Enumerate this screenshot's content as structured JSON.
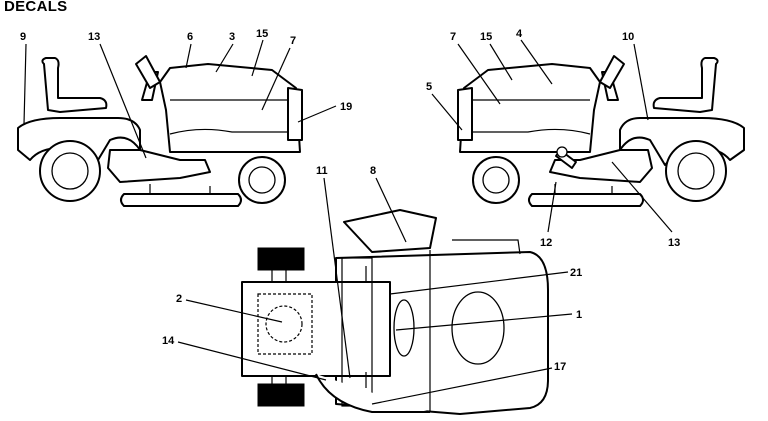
{
  "title": "DECALS",
  "views": {
    "left_side": {
      "callouts": [
        {
          "id": "9"
        },
        {
          "id": "13"
        },
        {
          "id": "6"
        },
        {
          "id": "3"
        },
        {
          "id": "15"
        },
        {
          "id": "7"
        },
        {
          "id": "19"
        }
      ]
    },
    "right_side": {
      "callouts": [
        {
          "id": "7"
        },
        {
          "id": "15"
        },
        {
          "id": "4"
        },
        {
          "id": "10"
        },
        {
          "id": "5"
        },
        {
          "id": "12"
        },
        {
          "id": "13"
        }
      ]
    },
    "top": {
      "callouts": [
        {
          "id": "11"
        },
        {
          "id": "8"
        },
        {
          "id": "21"
        },
        {
          "id": "2"
        },
        {
          "id": "1"
        },
        {
          "id": "14"
        },
        {
          "id": "17"
        }
      ]
    }
  }
}
